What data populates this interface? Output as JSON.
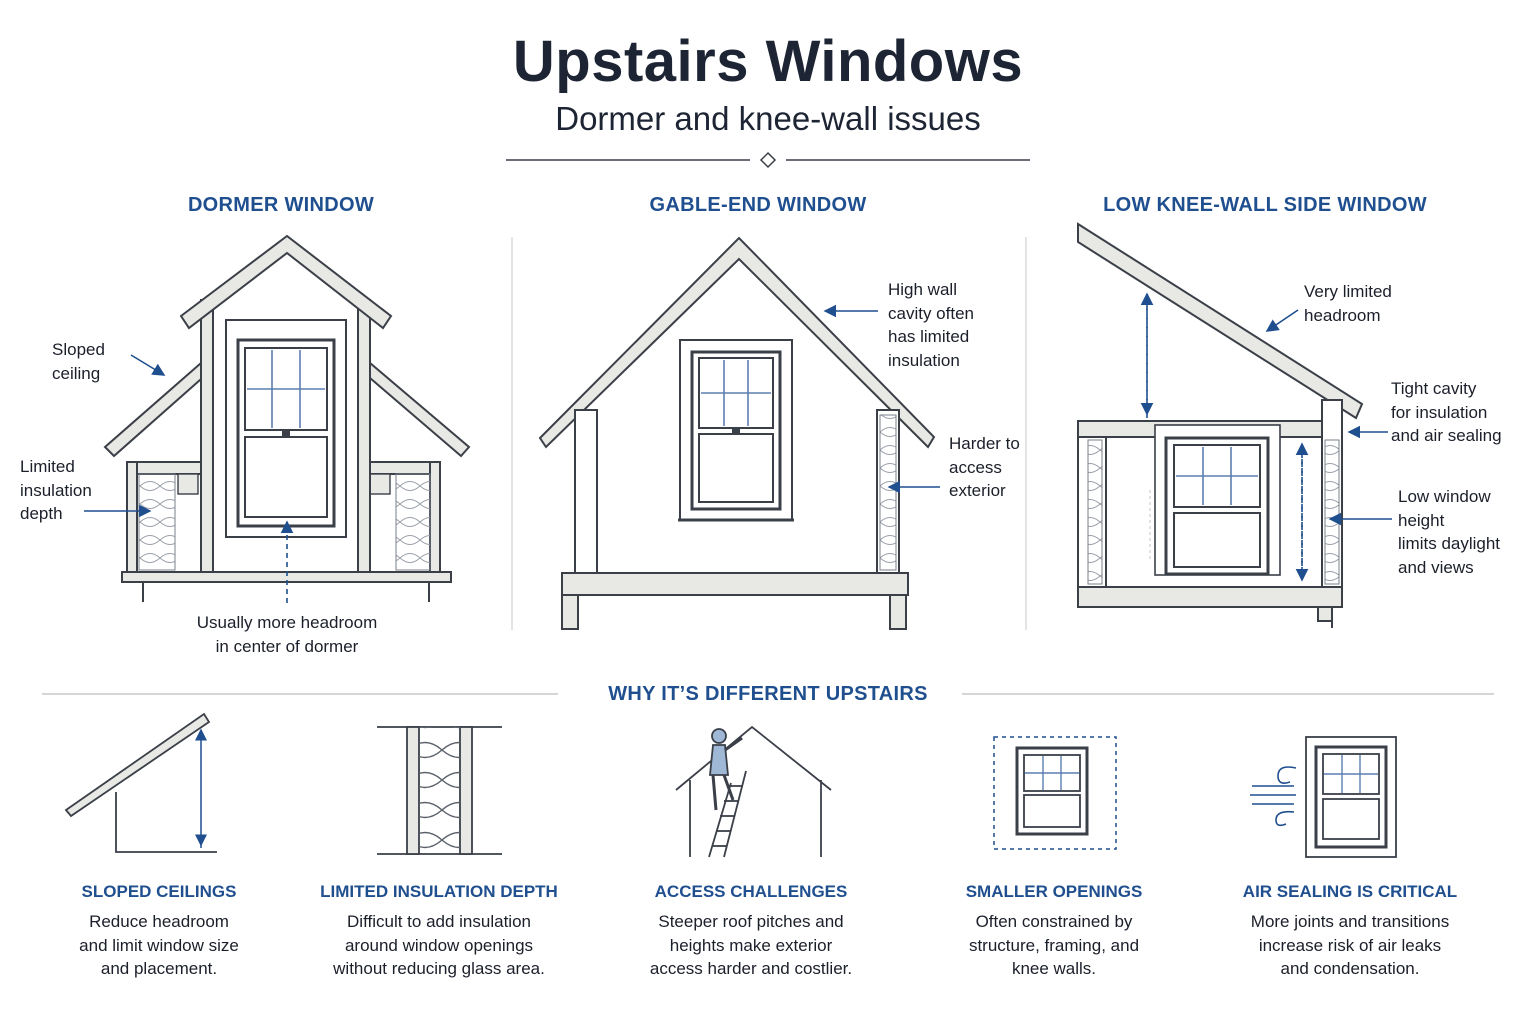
{
  "header": {
    "title": "Upstairs Windows",
    "subtitle": "Dormer and knee-wall issues"
  },
  "panels": {
    "dormer": {
      "title": "DORMER WINDOW",
      "sloped_ceiling": "Sloped\nceiling",
      "limited_insulation": "Limited\ninsulation\ndepth",
      "headroom": "Usually more headroom\nin center of dormer"
    },
    "gable": {
      "title": "GABLE-END WINDOW",
      "high_wall": "High wall\ncavity often\nhas limited\ninsulation",
      "harder_access": "Harder to\naccess\nexterior"
    },
    "kneewall": {
      "title": "LOW KNEE-WALL SIDE WINDOW",
      "headroom": "Very limited\nheadroom",
      "tight_cavity": "Tight cavity\nfor insulation\nand air sealing",
      "low_height": "Low window\nheight\nlimits daylight\nand views"
    }
  },
  "why": {
    "title": "WHY IT’S DIFFERENT UPSTAIRS",
    "items": [
      {
        "title": "SLOPED CEILINGS",
        "desc": "Reduce headroom\nand limit window size\nand placement."
      },
      {
        "title": "LIMITED INSULATION DEPTH",
        "desc": "Difficult to add insulation\naround window openings\nwithout reducing glass area."
      },
      {
        "title": "ACCESS CHALLENGES",
        "desc": "Steeper roof pitches and\nheights make exterior\naccess harder and costlier."
      },
      {
        "title": "SMALLER OPENINGS",
        "desc": "Often constrained by\nstructure, framing, and\nknee walls."
      },
      {
        "title": "AIR SEALING IS CRITICAL",
        "desc": "More joints and transitions\nincrease risk of air leaks\nand condensation."
      }
    ]
  },
  "colors": {
    "accent": "#1f4f8f",
    "line": "#3a3f48",
    "fill": "#e8e8e4"
  }
}
